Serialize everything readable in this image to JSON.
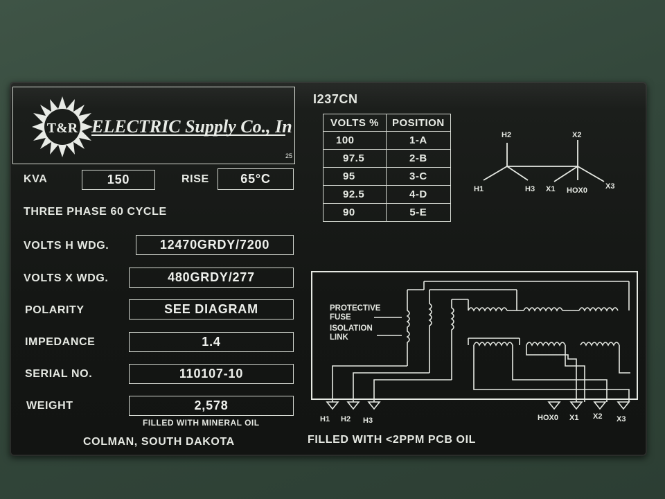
{
  "plate": {
    "company": "ELECTRIC Supply Co., Inc.",
    "logo_initials": "T&R",
    "logo_number": "25",
    "model": "I237CN",
    "kva_label": "KVA",
    "kva_value": "150",
    "rise_label": "RISE",
    "rise_value": "65°C",
    "phase_text": "THREE PHASE 60  CYCLE",
    "volts_h_label": "VOLTS H WDG.",
    "volts_h_value": "12470GRDY/7200",
    "volts_x_label": "VOLTS X WDG.",
    "volts_x_value": "480GRDY/277",
    "polarity_label": "POLARITY",
    "polarity_value": "SEE DIAGRAM",
    "impedance_label": "IMPEDANCE",
    "impedance_value": "1.4",
    "serial_label": "SERIAL NO.",
    "serial_value": "110107-10",
    "weight_label": "WEIGHT",
    "weight_value": "2,578",
    "oil_note": "FILLED WITH MINERAL OIL",
    "location": "COLMAN, SOUTH DAKOTA",
    "pcb_note": "FILLED WITH <2PPM PCB OIL"
  },
  "tap_table": {
    "headers": [
      "VOLTS %",
      "POSITION"
    ],
    "rows": [
      [
        "100",
        "1-A"
      ],
      [
        "97.5",
        "2-B"
      ],
      [
        "95",
        "3-C"
      ],
      [
        "92.5",
        "4-D"
      ],
      [
        "90",
        "5-E"
      ]
    ]
  },
  "vector_diagram": {
    "h_labels": [
      "H2",
      "H1",
      "H3"
    ],
    "x_labels": [
      "X2",
      "X1",
      "HOX0",
      "X3"
    ]
  },
  "wiring_diagram": {
    "fuse_label": "PROTECTIVE FUSE",
    "fuse_line1": "PROTECTIVE",
    "fuse_line2": "FUSE",
    "link_line1": "ISOLATION",
    "link_line2": "LINK",
    "h_terminals": [
      "H1",
      "H2",
      "H3"
    ],
    "x_terminals": [
      "HOX0",
      "X1",
      "X2",
      "X3"
    ]
  }
}
